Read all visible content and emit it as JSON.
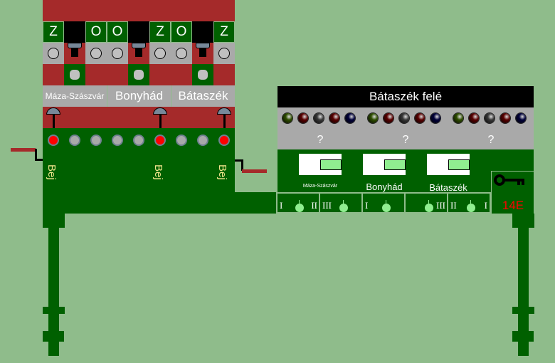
{
  "colors": {
    "background": "#8fbc8b",
    "panel_red": "#a52a2a",
    "panel_green": "#006000",
    "panel_gray": "#a9a9a9",
    "lamp_red": "#ff0000",
    "lamp_gray": "#a9a9a9",
    "switch_fill": "#90ee90",
    "code_red": "#ff0000"
  },
  "left_panel": {
    "route_letters": [
      "Z",
      "",
      "O",
      "O",
      "",
      "Z",
      "O",
      "",
      "Z"
    ],
    "station_labels": [
      "Máza-Szászvár",
      "Bonyhád",
      "Bátaszék"
    ],
    "indicator_lamps": [
      "red",
      "gray",
      "gray",
      "gray",
      "gray",
      "red",
      "gray",
      "gray",
      "red"
    ],
    "entry_labels": [
      "Bej",
      "Bej",
      "Bej"
    ]
  },
  "right_panel": {
    "title": "Bátaszék felé",
    "led_groups": [
      {
        "leds": [
          "green",
          "red",
          "gray",
          "red",
          "blue"
        ],
        "status": "?"
      },
      {
        "leds": [
          "green",
          "red",
          "gray",
          "red",
          "blue"
        ],
        "status": "?"
      },
      {
        "leds": [
          "green",
          "red",
          "gray",
          "red",
          "blue"
        ],
        "status": "?"
      }
    ],
    "switches": [
      {
        "label": "Máza-Szászvár"
      },
      {
        "label": "Bonyhád"
      },
      {
        "label": "Bátaszék"
      }
    ],
    "tracks": [
      {
        "left": "I",
        "right": "II"
      },
      {
        "left": "III",
        "right": ""
      },
      {
        "left": "I",
        "right": ""
      },
      {
        "left": "",
        "right": "III"
      },
      {
        "left": "II",
        "right": "I"
      }
    ],
    "key_box": {
      "icon": "key-icon",
      "code": "14E"
    }
  }
}
